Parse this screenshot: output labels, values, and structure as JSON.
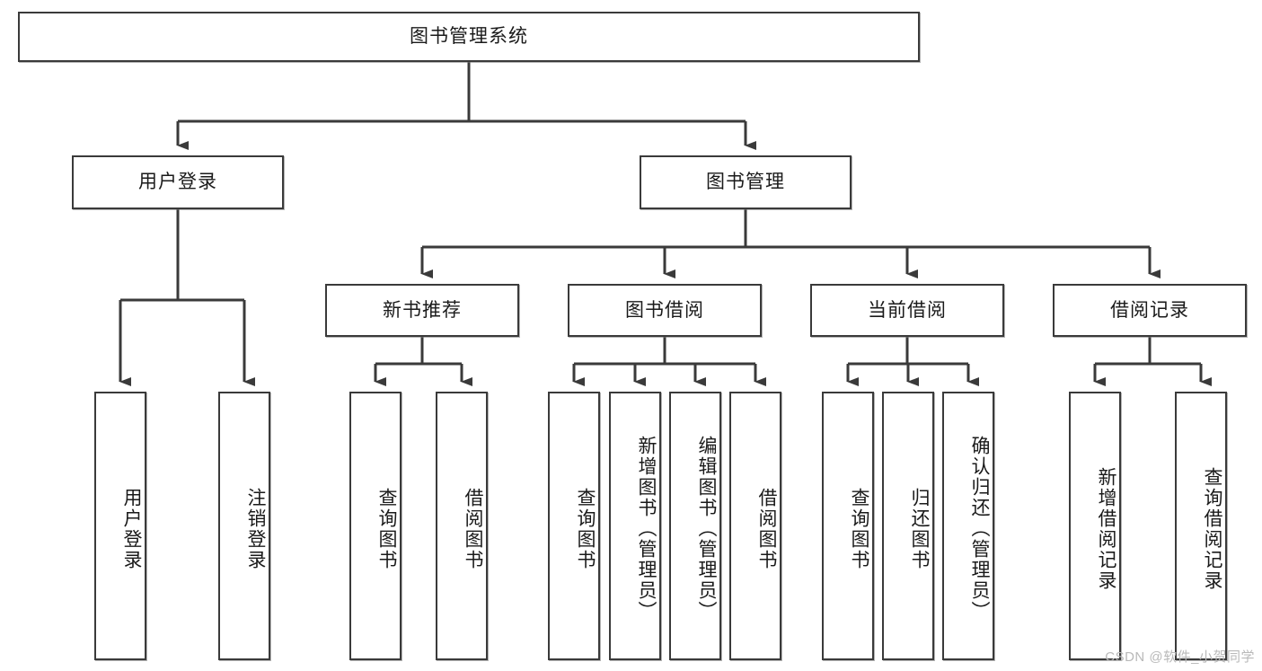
{
  "diagram": {
    "type": "tree",
    "title": "图书管理系统",
    "orientation": "top-down",
    "edge_style": "orthogonal-arrow",
    "colors": {
      "stroke": "#3a3a3a",
      "fill": "#ffffff",
      "text": "#1a1a1a",
      "watermark": "#b9b9b9"
    },
    "levels": 4
  },
  "root": {
    "id": "root",
    "label": "图书管理系统"
  },
  "level2": [
    {
      "id": "login",
      "label": "用户登录"
    },
    {
      "id": "bookmgmt",
      "label": "图书管理"
    }
  ],
  "level3": [
    {
      "id": "newbook",
      "label": "新书推荐",
      "parent": "bookmgmt"
    },
    {
      "id": "borrow",
      "label": "图书借阅",
      "parent": "bookmgmt"
    },
    {
      "id": "current",
      "label": "当前借阅",
      "parent": "bookmgmt"
    },
    {
      "id": "record",
      "label": "借阅记录",
      "parent": "bookmgmt"
    }
  ],
  "leaves": [
    {
      "id": "leaf-user-login",
      "label": "用户登录",
      "parent": "login"
    },
    {
      "id": "leaf-user-logout",
      "label": "注销登录",
      "parent": "login"
    },
    {
      "id": "leaf-query-book-1",
      "label": "查询图书",
      "parent": "newbook"
    },
    {
      "id": "leaf-borrow-book-1",
      "label": "借阅图书",
      "parent": "newbook"
    },
    {
      "id": "leaf-query-book-2",
      "label": "查询图书",
      "parent": "borrow"
    },
    {
      "id": "leaf-add-book",
      "label": "新增图书（管理员）",
      "parent": "borrow"
    },
    {
      "id": "leaf-edit-book",
      "label": "编辑图书（管理员）",
      "parent": "borrow"
    },
    {
      "id": "leaf-borrow-book-2",
      "label": "借阅图书",
      "parent": "borrow"
    },
    {
      "id": "leaf-query-book-3",
      "label": "查询图书",
      "parent": "current"
    },
    {
      "id": "leaf-return-book",
      "label": "归还图书",
      "parent": "current"
    },
    {
      "id": "leaf-confirm-return",
      "label": "确认归还（管理员）",
      "parent": "current"
    },
    {
      "id": "leaf-add-record",
      "label": "新增借阅记录",
      "parent": "record"
    },
    {
      "id": "leaf-query-record",
      "label": "查询借阅记录",
      "parent": "record"
    }
  ],
  "watermark": {
    "text": "CSDN @软件_小贺同学"
  }
}
